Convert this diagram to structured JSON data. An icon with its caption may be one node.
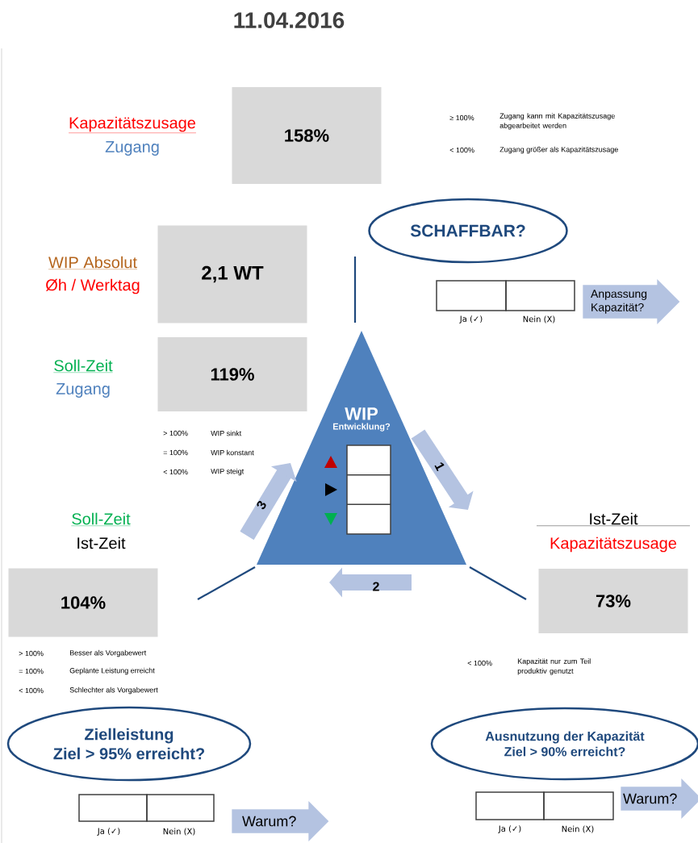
{
  "diagram": {
    "title": "11.04.2016",
    "nodes": [
      {
        "text": [
          "158%"
        ],
        "beside": [
          "Kapazitätszusage",
          "Zugang"
        ]
      },
      {
        "text": [
          "SCHAFFBAR?"
        ]
      },
      {
        "text": [
          "2,1 WT"
        ],
        "beside": [
          "WIP Absolut",
          "Øh / Werktag"
        ]
      },
      {
        "text": [
          "Anpassung Kapazität?"
        ]
      },
      {
        "text": [
          "119%"
        ],
        "beside": [
          "Soll-Zeit",
          "Zugang"
        ]
      },
      {
        "text": [
          "WIP",
          "Entwicklung?"
        ]
      },
      {
        "text": [
          "104%"
        ],
        "beside": [
          "Soll-Zeit",
          "Ist-Zeit"
        ]
      },
      {
        "text": [
          "73%"
        ],
        "beside": [
          "Ist-Zeit",
          "Kapazitätszusage"
        ]
      },
      {
        "text": [
          "Zielleistung",
          "Ziel > 95% erreicht?"
        ]
      },
      {
        "text": [
          "Warum?"
        ]
      },
      {
        "text": [
          "Ausnutzung der Kapazität",
          "Ziel > 90% erreicht?"
        ]
      },
      {
        "text": [
          "Warum?"
        ]
      }
    ],
    "labels": [
      "≥ 100%",
      "Zugang kann mit Kapazitätszusage abgearbeitet werden",
      "< 100%",
      "Zugang größer als Kapazitätszusage",
      "Ja (✓)",
      "Nein (X)",
      "> 100%",
      "WIP sinkt",
      "= 100%",
      "WIP konstant",
      "< 100%",
      "WIP steigt",
      "1",
      "3",
      "2",
      "> 100%",
      "Besser als Vorgabewert",
      "= 100%",
      "Geplante Leistung erreicht",
      "< 100%",
      "Schlechter als Vorgabewert",
      "< 100%",
      "Kapazität nur zum Teil produktiv genutzt",
      "Ja (✓)",
      "Nein (X)",
      "Ja (✓)",
      "Nein (X)"
    ]
  }
}
